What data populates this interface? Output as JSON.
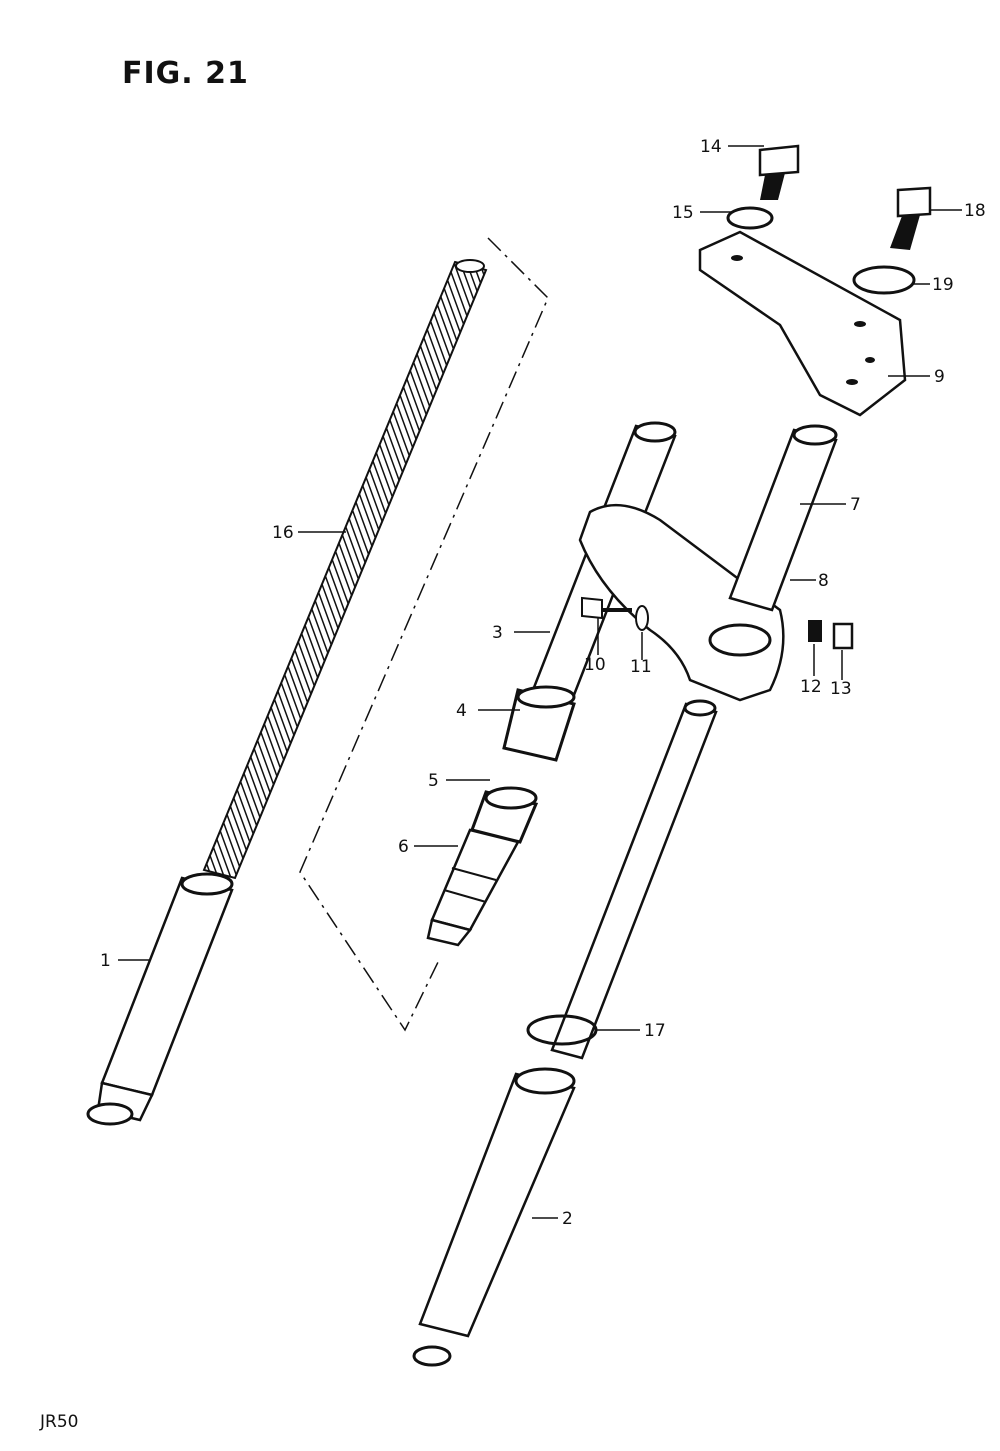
{
  "figure": {
    "title": "FIG. 21",
    "model": "JR50",
    "callouts": [
      "1",
      "2",
      "3",
      "4",
      "5",
      "6",
      "7",
      "8",
      "9",
      "10",
      "11",
      "12",
      "13",
      "14",
      "15",
      "16",
      "17",
      "18",
      "19"
    ]
  }
}
